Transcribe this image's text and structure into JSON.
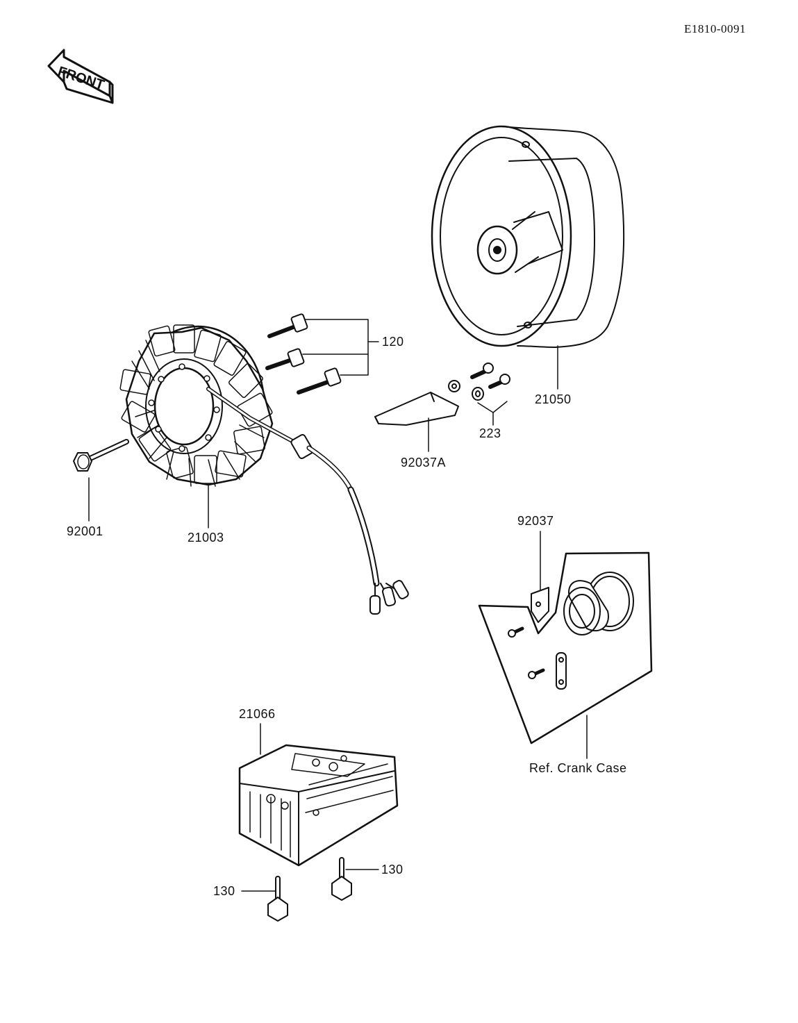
{
  "diagram_code": "E1810-0091",
  "front_label": "FRONT",
  "callouts": {
    "p120": "120",
    "p21050": "21050",
    "p223": "223",
    "p92037A": "92037A",
    "p92001": "92001",
    "p21003": "21003",
    "p92037": "92037",
    "p21066": "21066",
    "p130_left": "130",
    "p130_right": "130",
    "ref_crank_case": "Ref. Crank Case"
  }
}
